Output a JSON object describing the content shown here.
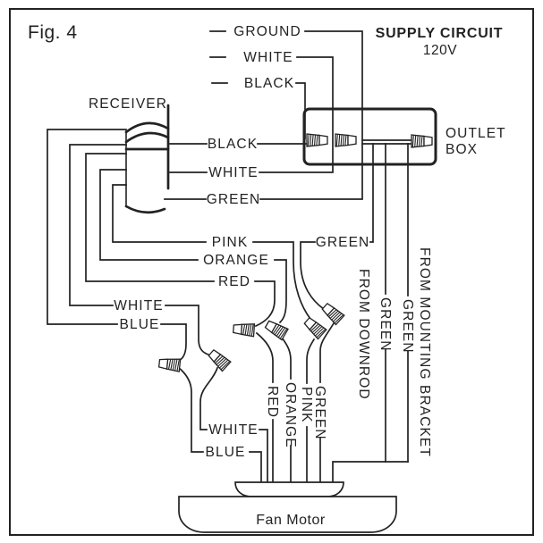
{
  "figure_label": "Fig. 4",
  "supply_circuit": {
    "title": "SUPPLY CIRCUIT",
    "voltage": "120V",
    "ground_label": "GROUND",
    "white_label": "WHITE",
    "black_label": "BLACK"
  },
  "outlet_box": {
    "label_line1": "OUTLET",
    "label_line2": "BOX"
  },
  "receiver": {
    "label": "RECEIVER",
    "black_label": "BLACK",
    "white_label": "WHITE",
    "green_label": "GREEN",
    "pink_label": "PINK",
    "orange_label": "ORANGE",
    "red_label": "RED",
    "white_fan_label": "WHITE",
    "blue_label": "BLUE"
  },
  "junctions": {
    "green_jumper_label": "GREEN",
    "downrod_green_label": "GREEN",
    "downrod_source_label": "FROM DOWNROD",
    "bracket_green_label": "GREEN",
    "bracket_source_label": "FROM MOUNTING BRACKET"
  },
  "fan_motor": {
    "label": "Fan Motor",
    "white_label": "WHITE",
    "blue_label": "BLUE",
    "red_label": "RED",
    "orange_label": "ORANGE",
    "pink_label": "PINK",
    "green_label": "GREEN"
  },
  "colors": {
    "ink": "#222222",
    "background": "#ffffff"
  }
}
